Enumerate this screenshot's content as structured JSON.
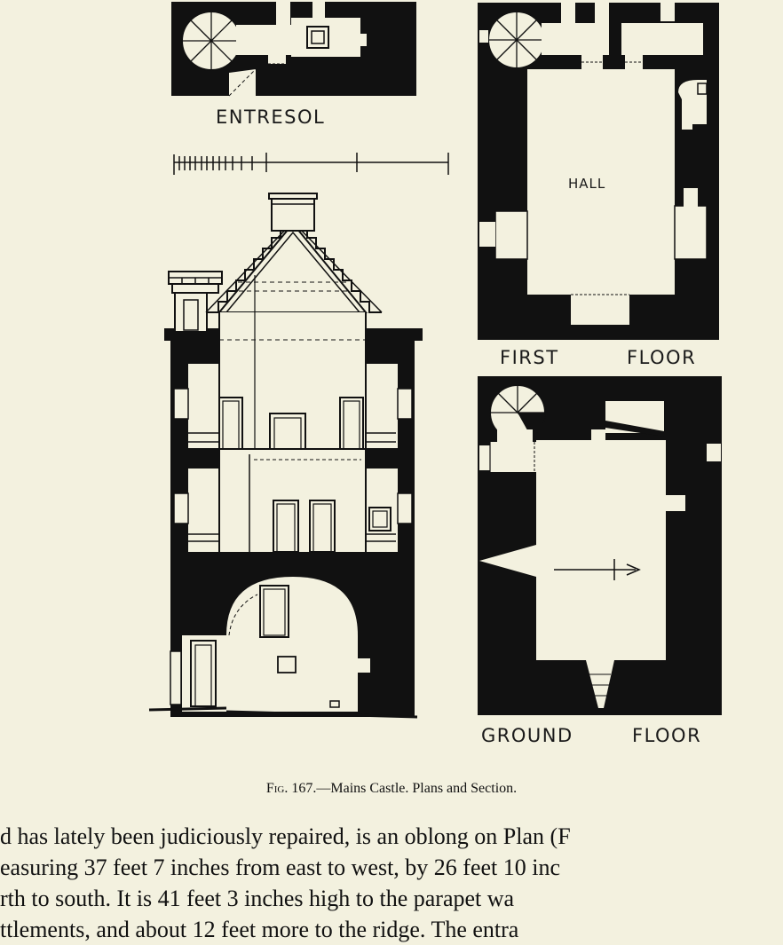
{
  "figure": {
    "labels": {
      "entresol": "ENTRESOL",
      "hall": "HALL",
      "first_floor_1": "FIRST",
      "first_floor_2": "FLOOR",
      "ground_floor_1": "GROUND",
      "ground_floor_2": "FLOOR"
    }
  },
  "caption": {
    "fig_label": "Fig. 167.",
    "text": "—Mains Castle.  Plans and Section."
  },
  "body_text": [
    "d has lately been judiciously repaired, is an oblong on Plan (F",
    "easuring 37 feet 7 inches from east to west, by 26 feet 10 inc",
    "rth to south.  It is 41 feet 3 inches high to the parapet wa",
    "ttlements, and about 12 feet more to the ridge.  The entra"
  ],
  "colors": {
    "paper": "#f3f1df",
    "ink": "#111111"
  }
}
